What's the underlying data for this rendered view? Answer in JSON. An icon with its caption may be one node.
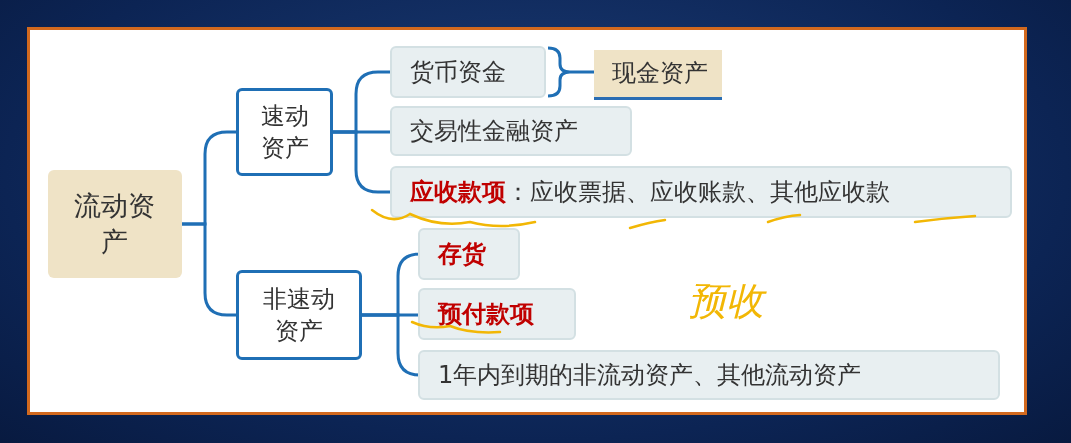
{
  "diagram": {
    "nodes": [
      {
        "text": [
          "流动资产"
        ]
      },
      {
        "text": [
          "速动资产"
        ]
      },
      {
        "text": [
          "货币资金"
        ]
      },
      {
        "text": [
          "现金资产"
        ]
      },
      {
        "text": [
          "交易性金融资产"
        ]
      },
      {
        "text": [
          "**应收款项**：应收票据、应收账款、其他应收款"
        ]
      },
      {
        "text": [
          "非速动资产"
        ]
      },
      {
        "text": [
          "存货"
        ]
      },
      {
        "text": [
          "预付款项"
        ]
      },
      {
        "text": [
          "1年内到期的非流动资产、其他流动资产"
        ]
      }
    ],
    "edges": [
      {
        "from": 0,
        "to": 1,
        "arrow": "none"
      },
      {
        "from": 0,
        "to": 6,
        "arrow": "none"
      },
      {
        "from": 1,
        "to": 2,
        "arrow": "none"
      },
      {
        "from": 1,
        "to": 4,
        "arrow": "none"
      },
      {
        "from": 1,
        "to": 5,
        "arrow": "none"
      },
      {
        "from": 2,
        "to": 3,
        "arrow": "none"
      },
      {
        "from": 6,
        "to": 7,
        "arrow": "none"
      },
      {
        "from": 6,
        "to": 8,
        "arrow": "none"
      },
      {
        "from": 6,
        "to": 9,
        "arrow": "none"
      }
    ],
    "labels": [
      "预收"
    ]
  }
}
